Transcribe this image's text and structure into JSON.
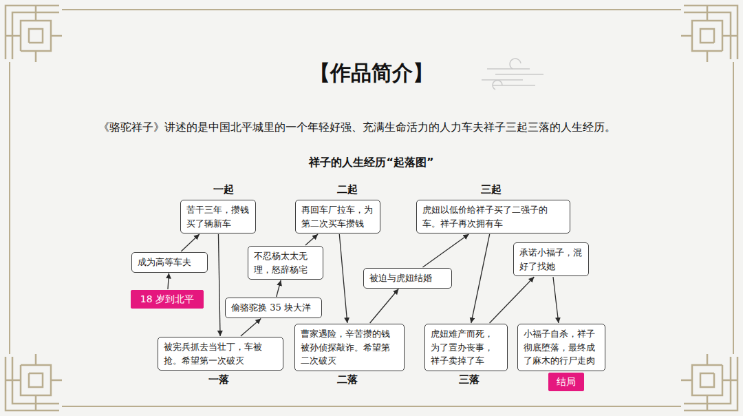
{
  "diagram": {
    "title": "【作品简介】",
    "nodes": [
      {
        "text": [
          "苦干三年，攒钱买了辆新车"
        ]
      },
      {
        "text": [
          "再回车厂拉车，为第二次买车攒钱"
        ]
      },
      {
        "text": [
          "虎妞以低价给祥子买了二强子的车。祥子再次拥有车"
        ]
      },
      {
        "text": [
          "成为高等车夫"
        ]
      },
      {
        "text": [
          "不忍杨太太无理，怒辞杨宅"
        ]
      },
      {
        "text": [
          "承诺小福子，混好了找她"
        ]
      },
      {
        "text": [
          "被迫与虎妞结婚"
        ]
      },
      {
        "text": [
          "18 岁到北平"
        ]
      },
      {
        "text": [
          "偷骆驼换 35 块大洋"
        ]
      },
      {
        "text": [
          "被宪兵抓去当壮丁，车被抢。希望第一次破灭"
        ]
      },
      {
        "text": [
          "曹家遇险，辛苦攒的钱被孙侦探敲诈。希望第二次破灭"
        ]
      },
      {
        "text": [
          "虎妞难产而死，为了置办丧事，祥子卖掉了车"
        ]
      },
      {
        "text": [
          "小福子自杀，祥子彻底堕落，最终成了麻木的行尸走肉"
        ]
      },
      {
        "text": [
          "结局"
        ]
      }
    ],
    "edges": [
      {
        "from": 7,
        "to": 3,
        "arrow": "to"
      },
      {
        "from": 3,
        "to": 0,
        "arrow": "to"
      },
      {
        "from": 0,
        "to": 9,
        "arrow": "to"
      },
      {
        "from": 9,
        "to": 8,
        "arrow": "to"
      },
      {
        "from": 8,
        "to": 4,
        "arrow": "to"
      },
      {
        "from": 4,
        "to": 1,
        "arrow": "to"
      },
      {
        "from": 1,
        "to": 10,
        "arrow": "to"
      },
      {
        "from": 10,
        "to": 6,
        "arrow": "to"
      },
      {
        "from": 6,
        "to": 2,
        "arrow": "to"
      },
      {
        "from": 2,
        "to": 11,
        "arrow": "to"
      },
      {
        "from": 11,
        "to": 5,
        "arrow": "to"
      },
      {
        "from": 5,
        "to": 12,
        "arrow": "to"
      }
    ],
    "labels": [
      "《骆驼祥子》讲述的是中国北平城里的一个年轻好强、充满生命活力的人力车夫祥子三起三落的人生经历。",
      "祥子的人生经历“起落图”",
      "一起",
      "二起",
      "三起",
      "一落",
      "二落",
      "三落"
    ]
  }
}
